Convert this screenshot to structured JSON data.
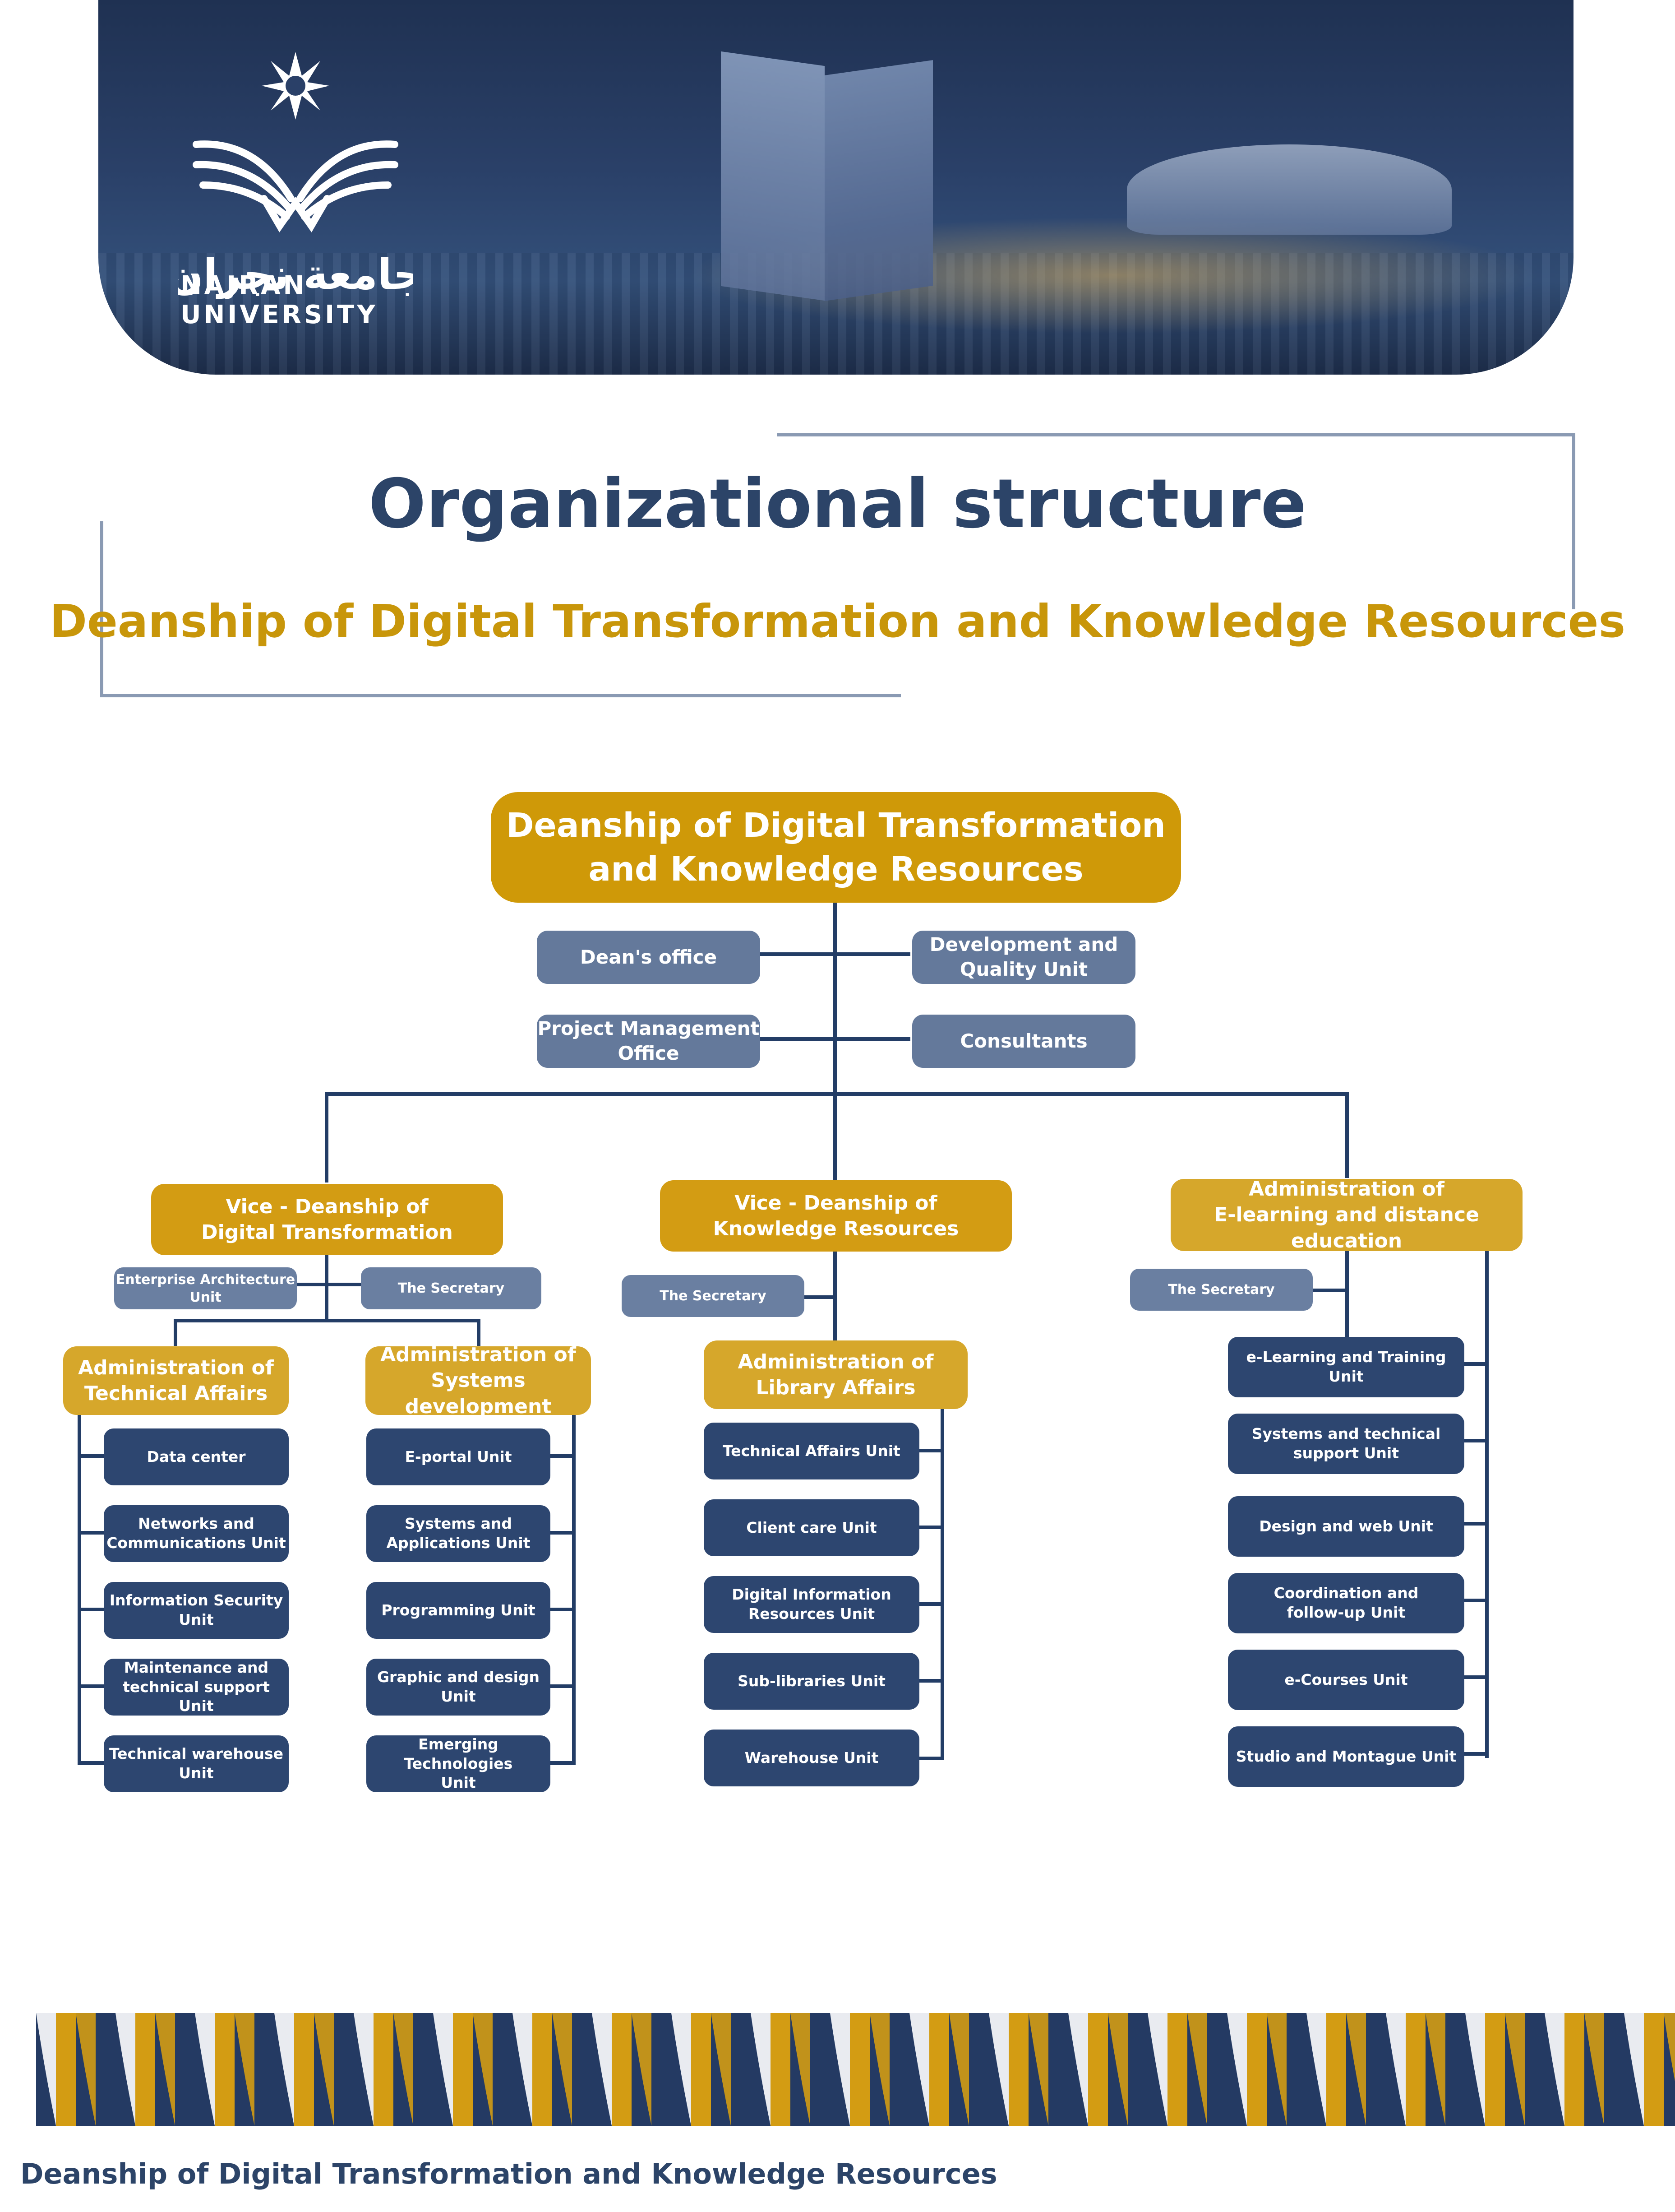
{
  "header": {
    "logo_arabic": "جامعة نجران",
    "logo_text": "NAJRAN UNIVERSITY"
  },
  "title": "Organizational structure",
  "subtitle": "Deanship of Digital Transformation and Knowledge Resources",
  "org": {
    "root": "Deanship of Digital Transformation\nand Knowledge Resources",
    "deans_office": "Dean's office",
    "dev_quality": "Development and\nQuality Unit",
    "pmo": "Project Management\nOffice",
    "consultants": "Consultants",
    "vice_dt": {
      "label": "Vice - Deanship of\nDigital Transformation",
      "enterprise": "Enterprise Architecture\nUnit",
      "secretary": "The Secretary",
      "tech_affairs": {
        "label": "Administration of\nTechnical Affairs",
        "units": [
          "Data center",
          "Networks and\nCommunications Unit",
          "Information Security\nUnit",
          "Maintenance and\ntechnical support Unit",
          "Technical warehouse\nUnit"
        ]
      },
      "sys_dev": {
        "label": "Administration of\nSystems development",
        "units": [
          "E-portal Unit",
          "Systems and\nApplications Unit",
          "Programming Unit",
          "Graphic and design Unit",
          "Emerging Technologies\nUnit"
        ]
      }
    },
    "vice_kr": {
      "label": "Vice - Deanship of\nKnowledge Resources",
      "secretary": "The Secretary",
      "library": {
        "label": "Administration of\nLibrary Affairs",
        "units": [
          "Technical Affairs Unit",
          "Client care Unit",
          "Digital Information\nResources Unit",
          "Sub-libraries Unit",
          "Warehouse Unit"
        ]
      }
    },
    "elearning": {
      "label": "Administration of\nE-learning and distance education",
      "secretary": "The Secretary",
      "units": [
        "e-Learning and Training Unit",
        "Systems and technical\nsupport Unit",
        "Design and web Unit",
        "Coordination and\nfollow-up Unit",
        "e-Courses Unit",
        "Studio and Montague Unit"
      ]
    }
  },
  "footer": "Deanship of Digital Transformation and Knowledge Resources",
  "colors": {
    "navy": "#2d4670",
    "gold": "#cf9908",
    "steel": "#64799b",
    "title": "#2c4468"
  }
}
